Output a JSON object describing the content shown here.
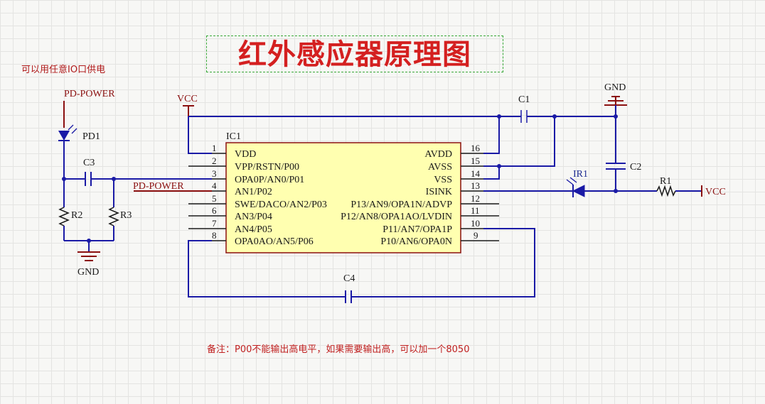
{
  "title": "红外感应器原理图",
  "side_note": "可以用任意IO口供电",
  "note": "备注：P00不能输出高电平，如果需要输出高，可以加一个8050",
  "ic": {
    "ref": "IC1",
    "left_pins": [
      {
        "num": "1",
        "name": "VDD"
      },
      {
        "num": "2",
        "name": "VPP/RSTN/P00"
      },
      {
        "num": "3",
        "name": "OPA0P/AN0/P01"
      },
      {
        "num": "4",
        "name": "AN1/P02"
      },
      {
        "num": "5",
        "name": "SWE/DACO/AN2/P03"
      },
      {
        "num": "6",
        "name": "AN3/P04"
      },
      {
        "num": "7",
        "name": "AN4/P05"
      },
      {
        "num": "8",
        "name": "OPA0AO/AN5/P06"
      }
    ],
    "right_pins": [
      {
        "num": "16",
        "name": "AVDD"
      },
      {
        "num": "15",
        "name": "AVSS"
      },
      {
        "num": "14",
        "name": "VSS"
      },
      {
        "num": "13",
        "name": "ISINK"
      },
      {
        "num": "12",
        "name": "P13/AN9/OPA1N/ADVP"
      },
      {
        "num": "11",
        "name": "P12/AN8/OPA1AO/LVDIN"
      },
      {
        "num": "10",
        "name": "P11/AN7/OPA1P"
      },
      {
        "num": "9",
        "name": "P10/AN6/OPA0N"
      }
    ]
  },
  "components": {
    "c1": "C1",
    "c2": "C2",
    "c3": "C3",
    "c4": "C4",
    "r1": "R1",
    "r2": "R2",
    "r3": "R3",
    "pd1": "PD1",
    "ir1": "IR1"
  },
  "nets": {
    "vcc": "VCC",
    "gnd": "GND",
    "pd_power": "PD-POWER"
  },
  "colors": {
    "wire": "#1a1aa6",
    "ic_fill": "#ffffb0",
    "title": "#d42020",
    "net_label": "#8b1010"
  }
}
